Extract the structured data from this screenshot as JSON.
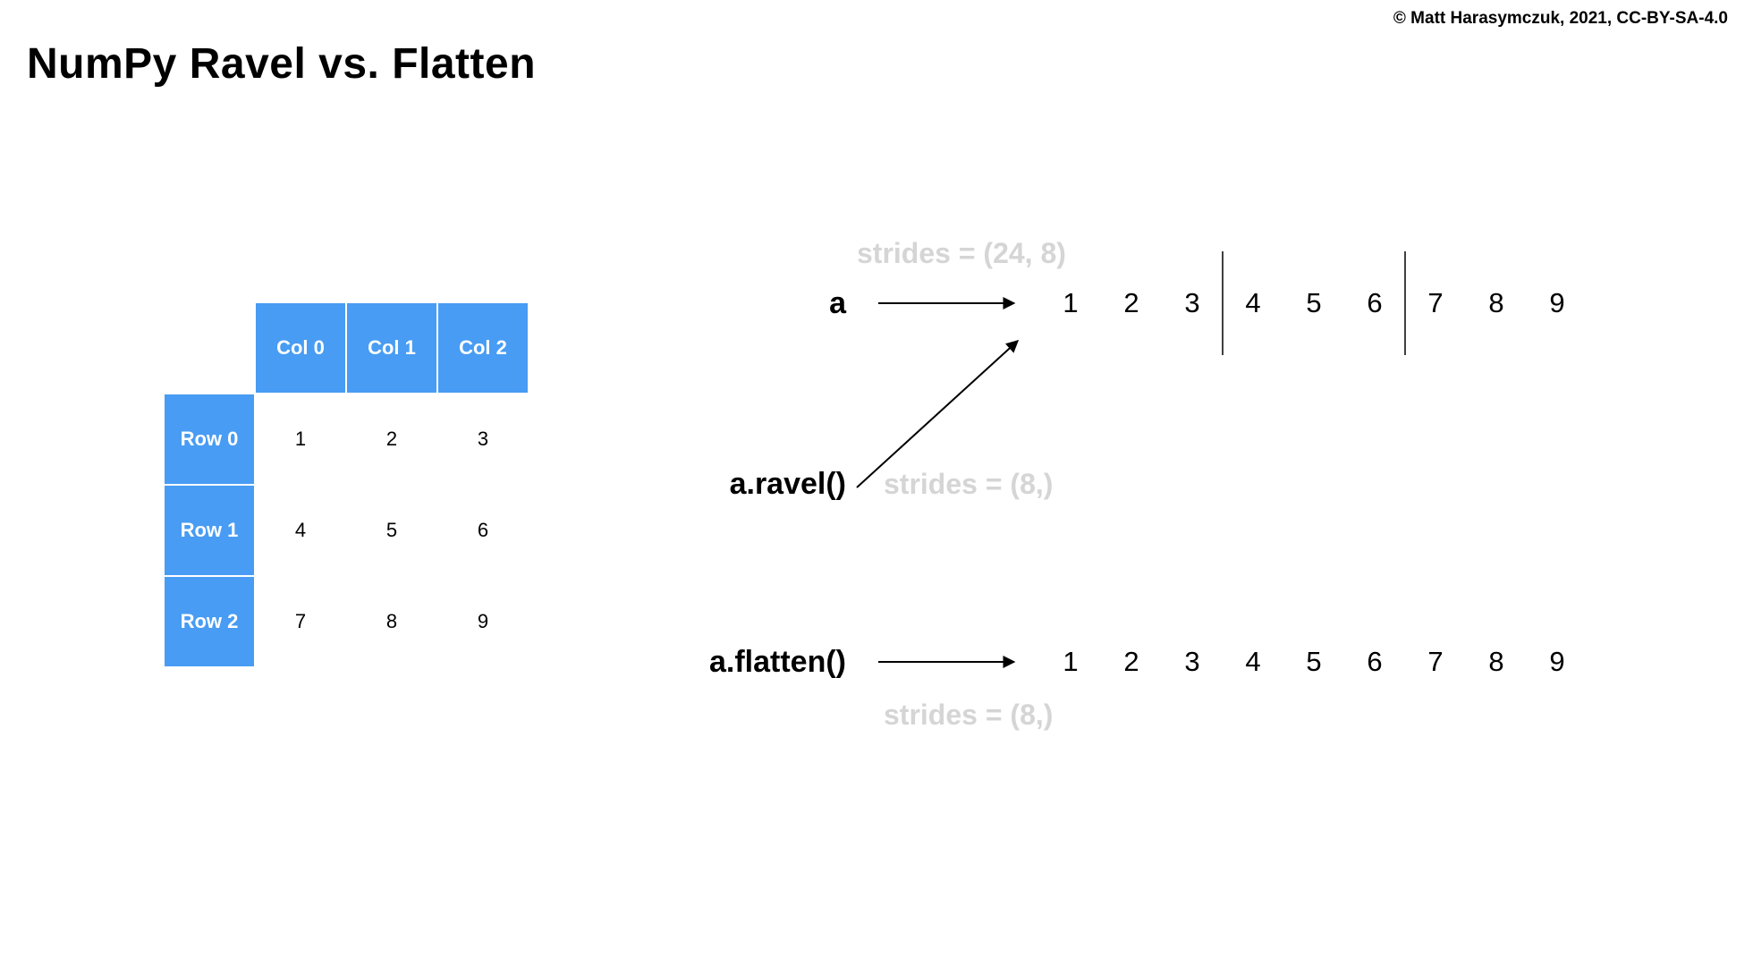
{
  "page": {
    "title": "NumPy Ravel vs. Flatten",
    "copyright": "© Matt Harasymczuk, 2021, CC-BY-SA-4.0"
  },
  "colors": {
    "accent_blue": "#489CF3",
    "muted_gray": "#D5D5D5",
    "text_black": "#000000"
  },
  "matrix_table": {
    "col_headers": [
      "Col 0",
      "Col 1",
      "Col 2"
    ],
    "rows": [
      {
        "header": "Row 0",
        "values": [
          "1",
          "2",
          "3"
        ]
      },
      {
        "header": "Row 1",
        "values": [
          "4",
          "5",
          "6"
        ]
      },
      {
        "header": "Row 2",
        "values": [
          "7",
          "8",
          "9"
        ]
      }
    ]
  },
  "diagram": {
    "a": {
      "label": "a",
      "strides": "strides = (24, 8)",
      "values": [
        "1",
        "2",
        "3",
        "4",
        "5",
        "6",
        "7",
        "8",
        "9"
      ],
      "dividers_after": [
        3,
        6
      ]
    },
    "ravel": {
      "label": "a.ravel()",
      "strides": "strides = (8,)"
    },
    "flatten": {
      "label": "a.flatten()",
      "strides": "strides = (8,)",
      "values": [
        "1",
        "2",
        "3",
        "4",
        "5",
        "6",
        "7",
        "8",
        "9"
      ],
      "dividers_after": []
    }
  }
}
